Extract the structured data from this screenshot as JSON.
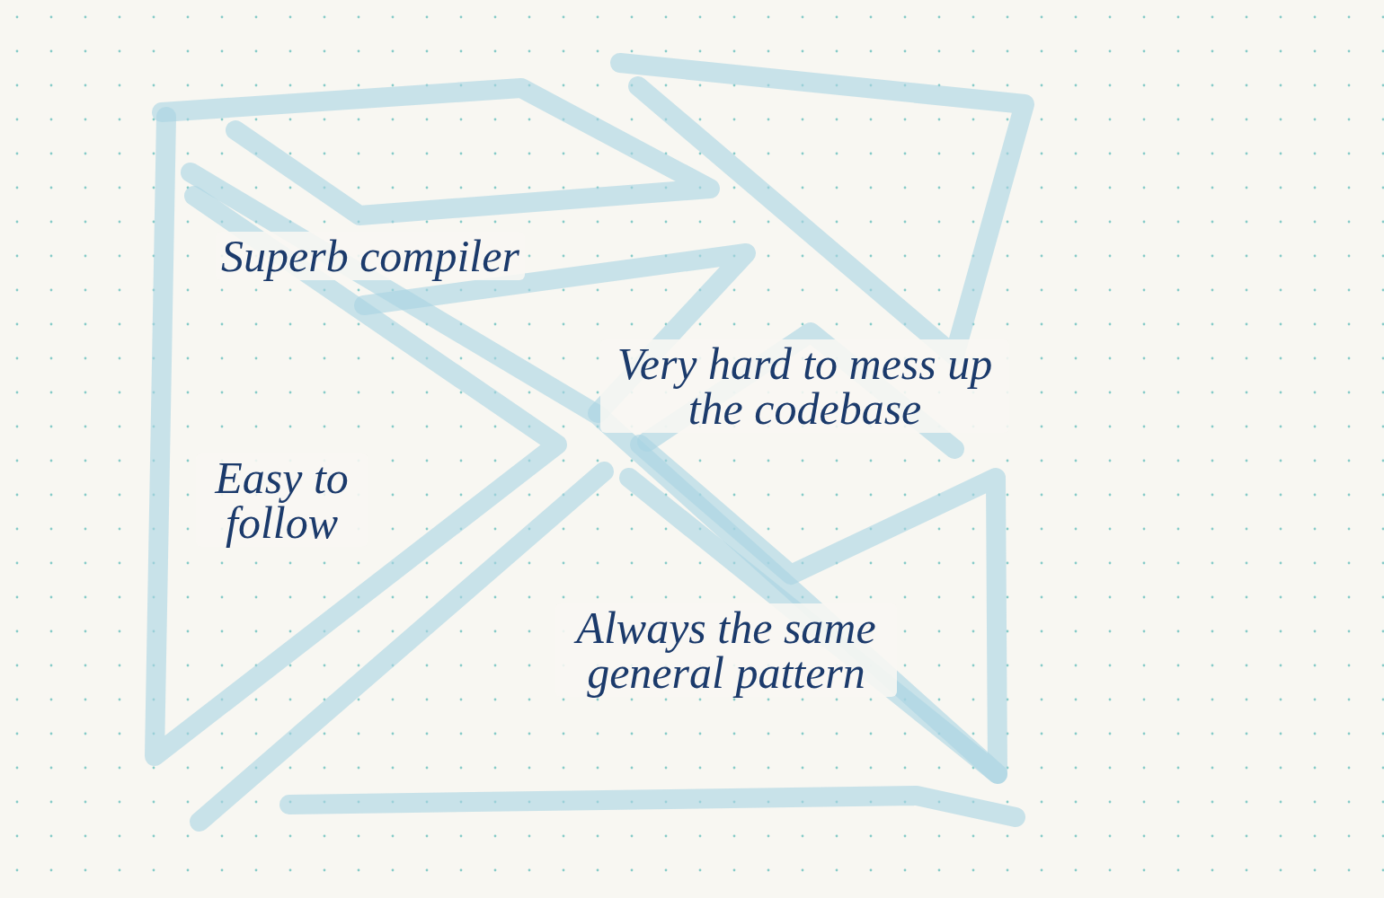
{
  "diagram": {
    "labels": [
      "Superb compiler",
      "Very hard to mess up the codebase",
      "Easy to follow",
      "Always the same general pattern"
    ]
  }
}
